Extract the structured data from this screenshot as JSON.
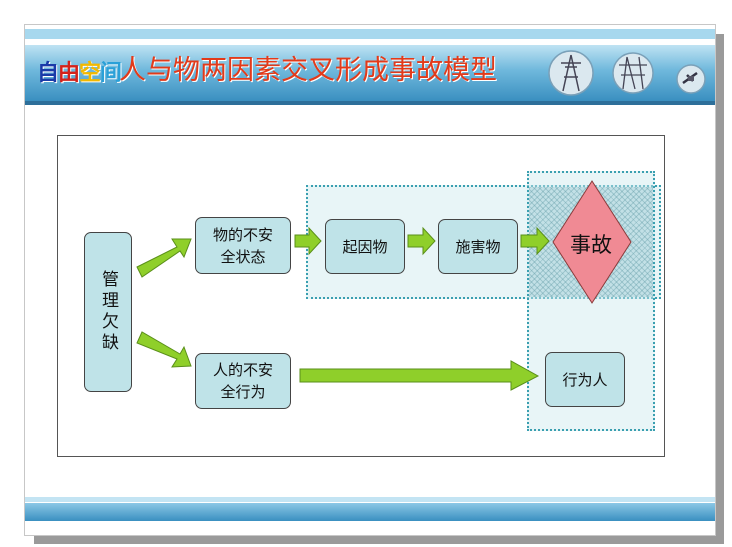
{
  "header": {
    "logo_chars": [
      "自",
      "由",
      "空",
      "间"
    ],
    "logo_colors": [
      "#1a3aa8",
      "#d4221a",
      "#f2b800",
      "#2aa0d8"
    ],
    "title": "人与物两因素交叉形成事故模型"
  },
  "diagram": {
    "nodes": {
      "management": "管理欠缺",
      "unsafe_state": "物的不安全状态",
      "origin": "起因物",
      "harm": "施害物",
      "accident": "事故",
      "unsafe_act": "人的不安全行为",
      "actor": "行为人"
    }
  },
  "colors": {
    "box_fill": "#bfe3e8",
    "arrow_green": "#8fcf2a",
    "accident_fill": "#f08a94",
    "region_border": "#3a9fb0",
    "title_red": "#e23a1a"
  },
  "icons": [
    "transmission-tower-icon",
    "power-line-icon",
    "satellite-icon"
  ]
}
